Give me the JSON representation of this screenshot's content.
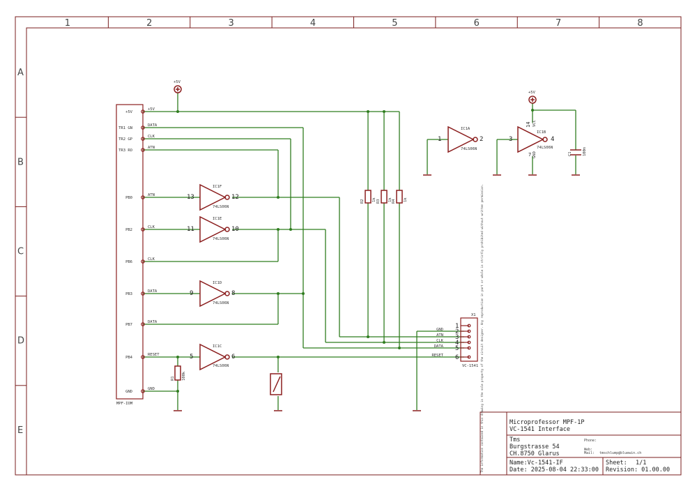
{
  "border": {
    "columns": [
      "1",
      "2",
      "3",
      "4",
      "5",
      "6",
      "7",
      "8"
    ],
    "rows": [
      "A",
      "B",
      "C",
      "D",
      "E"
    ]
  },
  "connector_left": {
    "name": "MPF-IOM",
    "pins": [
      {
        "label": "+5V",
        "net": "+5V"
      },
      {
        "label": "TR1 GN",
        "net": "DATA"
      },
      {
        "label": "TR2 GP",
        "net": "CLK"
      },
      {
        "label": "TR3 RO",
        "net": "ATN"
      },
      {
        "label": "PB0",
        "net": "ATN"
      },
      {
        "label": "PB2",
        "net": "CLK"
      },
      {
        "label": "PB6",
        "net": "CLK"
      },
      {
        "label": "PB3",
        "net": "DATA"
      },
      {
        "label": "PB7",
        "net": "DATA"
      },
      {
        "label": "PB4",
        "net": "RESET"
      },
      {
        "label": "GND",
        "net": "GND"
      }
    ]
  },
  "gates": [
    {
      "name": "IC1F",
      "type": "74LS06N",
      "in": "13",
      "out": "12"
    },
    {
      "name": "IC1E",
      "type": "74LS06N",
      "in": "11",
      "out": "10"
    },
    {
      "name": "IC1D",
      "type": "74LS06N",
      "in": "9",
      "out": "8"
    },
    {
      "name": "IC1C",
      "type": "74LS06N",
      "in": "5",
      "out": "6"
    },
    {
      "name": "IC1A",
      "type": "74LS06N",
      "in": "1",
      "out": "2"
    },
    {
      "name": "IC1B",
      "type": "74LS06N",
      "in": "3",
      "out": "4"
    }
  ],
  "power_ic": {
    "vcc_pin": "14",
    "vcc_label": "VCC",
    "gnd_pin": "7",
    "gnd_label": "GND"
  },
  "supply_label": "+5V",
  "resistors": [
    {
      "name": "R2",
      "value": "1k"
    },
    {
      "name": "R3",
      "value": "1k"
    },
    {
      "name": "R4",
      "value": "1k"
    },
    {
      "name": "R1",
      "value": "100k"
    }
  ],
  "capacitor": {
    "name": "C1",
    "value": "100n"
  },
  "connector_right": {
    "name": "X1",
    "value": "VC-1541",
    "pins": [
      {
        "num": "1",
        "net": ""
      },
      {
        "num": "2",
        "net": "GND"
      },
      {
        "num": "3",
        "net": "ATN"
      },
      {
        "num": "4",
        "net": "CLK"
      },
      {
        "num": "5",
        "net": "DATA"
      },
      {
        "num": "6",
        "net": "RESET"
      }
    ]
  },
  "title_block": {
    "title": "Microprofessor MPF-1P",
    "subtitle": "VC-1541 Interface",
    "company": "Tms",
    "street": "Burgstrasse 54",
    "city": "CH.8750 Glarus",
    "phone_label": "Phone:",
    "web_label": "Web:",
    "mail_label": "Mail:",
    "mail": "tmschlump@bluewin.ch",
    "name": "Name:Vc-1541-IF",
    "date": "Date: 2025-08-04 22:33:00",
    "sheet_label": "Sheet:",
    "sheet": "1/1",
    "revision": "Revision: 01.00.00",
    "disclaimer": "The information contained in this drawing is the sole property of the circuit designer. Any reproduction in part or whole is strictly prohibited without written permission."
  }
}
